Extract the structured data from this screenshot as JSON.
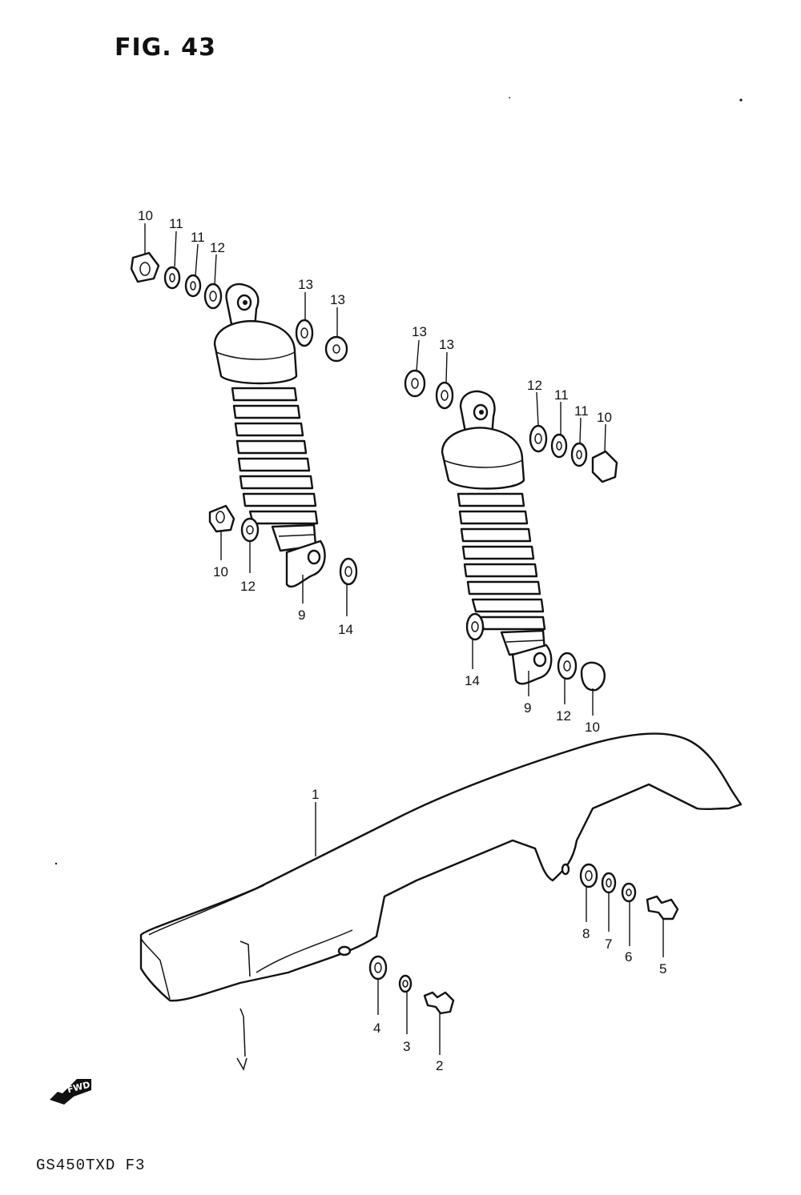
{
  "figure": {
    "title": "FIG. 43",
    "model_code": "GS450TXD  F3"
  },
  "direction_arrow": {
    "label": "FWD"
  },
  "callouts": [
    {
      "id": "c1",
      "number": "1"
    },
    {
      "id": "c2",
      "number": "2"
    },
    {
      "id": "c3",
      "number": "3"
    },
    {
      "id": "c4",
      "number": "4"
    },
    {
      "id": "c5",
      "number": "5"
    },
    {
      "id": "c6",
      "number": "6"
    },
    {
      "id": "c7",
      "number": "7"
    },
    {
      "id": "c8",
      "number": "8"
    },
    {
      "id": "c9a",
      "number": "9"
    },
    {
      "id": "c9b",
      "number": "9"
    },
    {
      "id": "c10a",
      "number": "10"
    },
    {
      "id": "c10b",
      "number": "10"
    },
    {
      "id": "c10c",
      "number": "10"
    },
    {
      "id": "c10d",
      "number": "10"
    },
    {
      "id": "c11a",
      "number": "11"
    },
    {
      "id": "c11b",
      "number": "11"
    },
    {
      "id": "c11c",
      "number": "11"
    },
    {
      "id": "c11d",
      "number": "11"
    },
    {
      "id": "c12a",
      "number": "12"
    },
    {
      "id": "c12b",
      "number": "12"
    },
    {
      "id": "c12c",
      "number": "12"
    },
    {
      "id": "c12d",
      "number": "12"
    },
    {
      "id": "c13a",
      "number": "13"
    },
    {
      "id": "c13b",
      "number": "13"
    },
    {
      "id": "c13c",
      "number": "13"
    },
    {
      "id": "c13d",
      "number": "13"
    },
    {
      "id": "c14a",
      "number": "14"
    },
    {
      "id": "c14b",
      "number": "14"
    }
  ]
}
